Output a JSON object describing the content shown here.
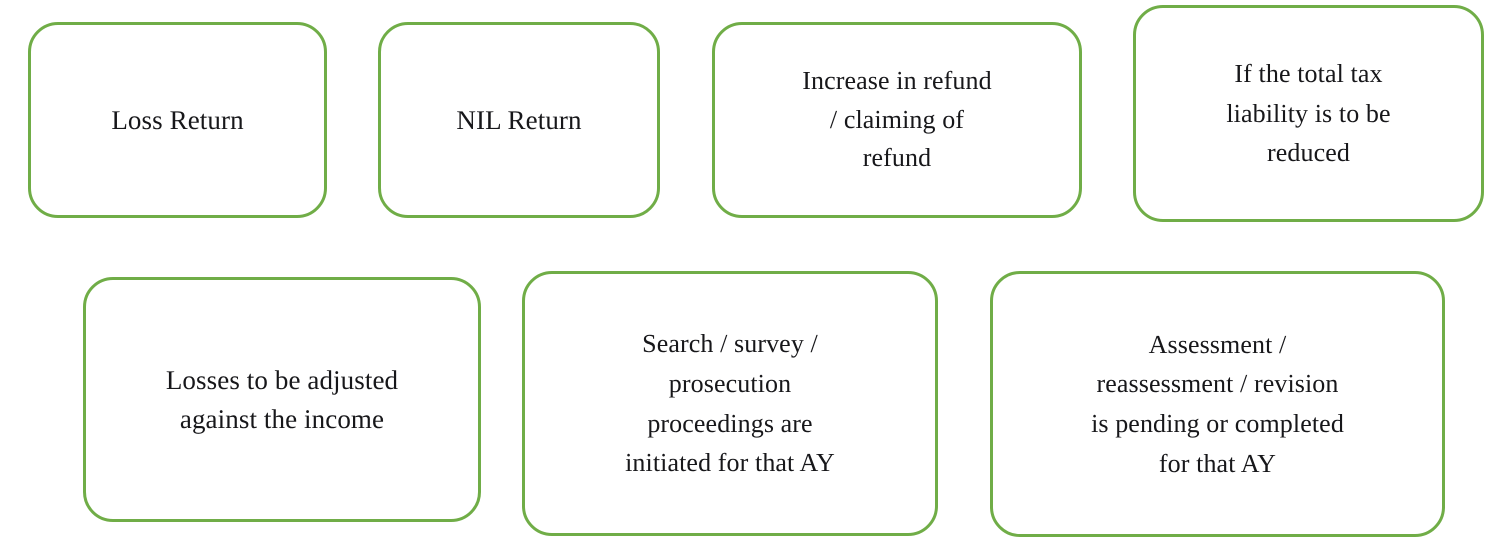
{
  "diagram": {
    "type": "flowchart-node-grid",
    "background_color": "#ffffff",
    "node_border_color": "#70AD47",
    "node_fill_color": "#ffffff",
    "node_text_color": "#17171a",
    "rows": [
      {
        "row_name": "top-row",
        "nodes": [
          {
            "id": "loss-return",
            "label": "Loss Return"
          },
          {
            "id": "nil-return",
            "label": "NIL Return"
          },
          {
            "id": "increase-refund",
            "label": "Increase in refund\n/ claiming of\nrefund"
          },
          {
            "id": "reduce-liability",
            "label": "If the total tax\nliability is to be\nreduced"
          }
        ]
      },
      {
        "row_name": "bottom-row",
        "nodes": [
          {
            "id": "losses-adjusted",
            "label": "Losses to be adjusted\nagainst the income"
          },
          {
            "id": "search-survey",
            "label": "Search / survey /\nprosecution\nproceedings are\ninitiated for that AY"
          },
          {
            "id": "assessment",
            "label": "Assessment /\nreassessment / revision\nis pending or completed\nfor that AY"
          }
        ]
      }
    ]
  }
}
